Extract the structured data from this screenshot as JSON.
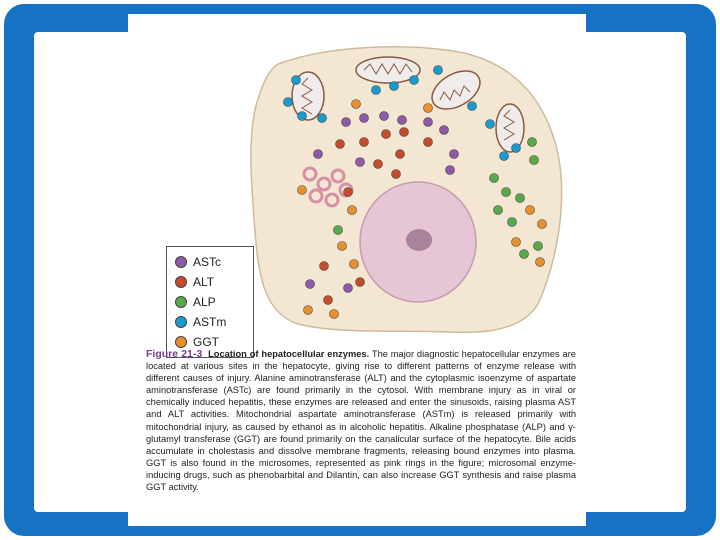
{
  "legend": {
    "items": [
      {
        "label": "ASTc",
        "color": "#8e5aa6"
      },
      {
        "label": "ALT",
        "color": "#c64a2e"
      },
      {
        "label": "ALP",
        "color": "#5aa84c"
      },
      {
        "label": "ASTm",
        "color": "#1b9ad0"
      },
      {
        "label": "GGT",
        "color": "#e8902e"
      }
    ]
  },
  "caption": {
    "figure_label": "Figure 21-3",
    "title": "Location of hepatocellular enzymes.",
    "body": "The major diagnostic hepatocellular enzymes are located at various sites in the hepatocyte, giving rise to different patterns of enzyme release with different causes of injury. Alanine aminotransferase (ALT) and the cytoplasmic isoenzyme of aspartate aminotransferase (ASTc) are found primarily in the cytosol. With membrane injury as in viral or chemically induced hepatitis, these enzymes are released and enter the sinusoids, raising plasma AST and ALT activities. Mitochondrial aspartate aminotransferase (ASTm) is released primarily with mitochondrial injury, as caused by ethanol as in alcoholic hepatitis. Alkaline phosphatase (ALP) and γ-glutamyl transferase (GGT) are found primarily on the canalicular surface of the hepatocyte. Bile acids accumulate in cholestasis and dissolve membrane fragments, releasing bound enzymes into plasma. GGT is also found in the microsomes, represented as pink rings in the figure; microsomal enzyme-inducing drugs, such as phenobarbital and Dilantin, can also increase GGT synthesis and raise plasma GGT activity."
  },
  "colors": {
    "frame": "#1672c4",
    "cytoplasm": "#f3e7d3",
    "nucleus": "#e6c6d4",
    "nucleolus": "#a9839a",
    "mitochondria": "#f0eceb",
    "microsome_ring": "#d98fa5"
  }
}
